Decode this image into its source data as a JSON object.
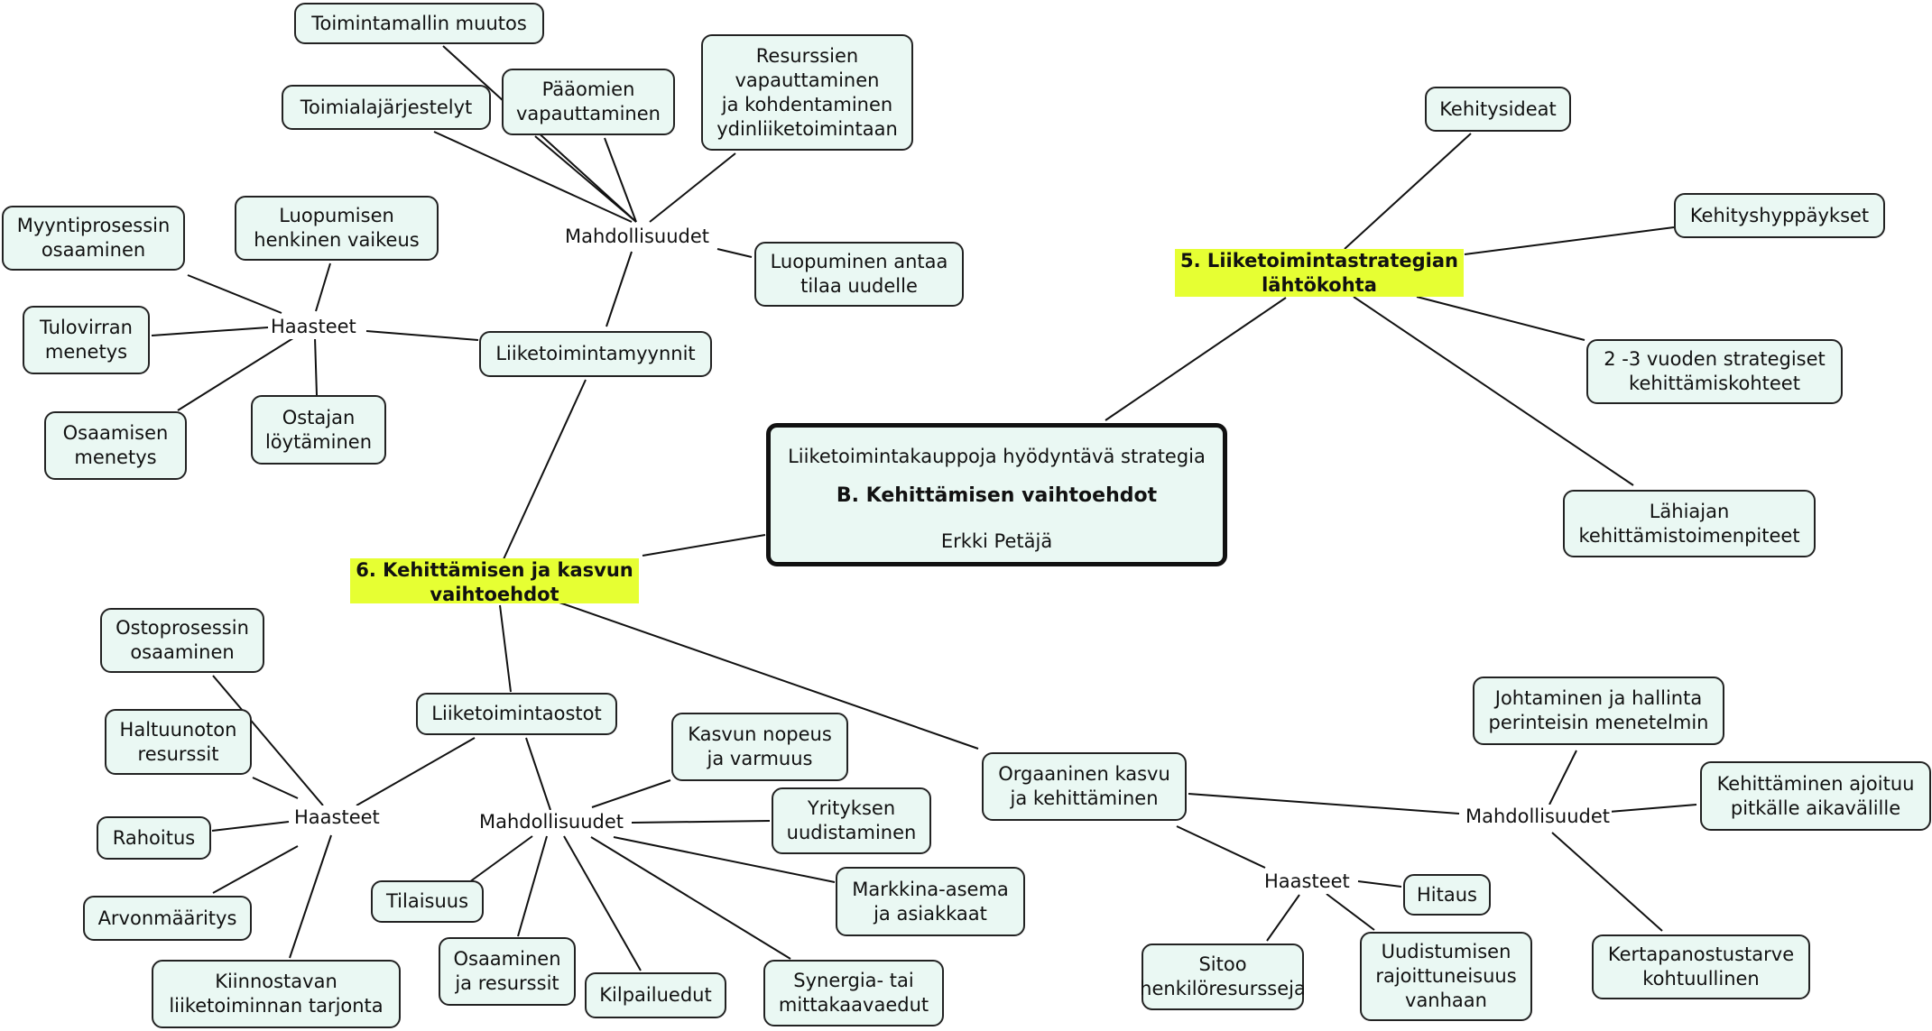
{
  "central": {
    "subtitle": "Liiketoimintakauppoja hyödyntävä strategia",
    "title": "B. Kehittämisen vaihtoehdot",
    "author": "Erkki Petäjä"
  },
  "branch5": {
    "label": "5. Liiketoimintastrategian\nlähtökohta",
    "items": [
      "Kehitysideat",
      "Kehityshyppäykset",
      "2 -3 vuoden strategiset\nkehittämiskohteet",
      "Lähiajan\nkehittämistoimenpiteet"
    ]
  },
  "branch6": {
    "label": "6. Kehittämisen ja kasvun\nvaihtoehdot",
    "myynnit": {
      "label": "Liiketoimintamyynnit",
      "mahdollisuudet": {
        "label": "Mahdollisuudet",
        "items": [
          "Toimintamallin muutos",
          "Toimialajärjestelyt",
          "Pääomien\nvapauttaminen",
          "Resurssien\nvapauttaminen\nja kohdentaminen\nydinliiketoimintaan",
          "Luopuminen antaa\ntilaa uudelle"
        ]
      },
      "haasteet": {
        "label": "Haasteet",
        "items": [
          "Myyntiprosessin\nosaaminen",
          "Luopumisen\nhenkinen vaikeus",
          "Tulovirran\nmenetys",
          "Osaamisen\nmenetys",
          "Ostajan\nlöytäminen"
        ]
      }
    },
    "ostot": {
      "label": "Liiketoimintaostot",
      "haasteet": {
        "label": "Haasteet",
        "items": [
          "Ostoprosessin\nosaaminen",
          "Haltuunoton\nresurssit",
          "Rahoitus",
          "Arvonmääritys",
          "Kiinnostavan\nliiketoiminnan tarjonta"
        ]
      },
      "mahdollisuudet": {
        "label": "Mahdollisuudet",
        "items": [
          "Kasvun nopeus\nja varmuus",
          "Yrityksen\nuudistaminen",
          "Markkina-asema\nja asiakkaat",
          "Tilaisuus",
          "Osaaminen\nja resurssit",
          "Kilpailuedut",
          "Synergia- tai\nmittakaavaedut"
        ]
      }
    },
    "orgaaninen": {
      "label": "Orgaaninen kasvu\nja kehittäminen",
      "mahdollisuudet": {
        "label": "Mahdollisuudet",
        "items": [
          "Johtaminen ja hallinta\nperinteisin menetelmin",
          "Kehittäminen ajoituu\npitkälle aikavälille",
          "Kertapanostustarve\nkohtuullinen"
        ]
      },
      "haasteet": {
        "label": "Haasteet",
        "items": [
          "Hitaus",
          "Sitoo\nhenkilöresursseja",
          "Uudistumisen\nrajoittuneisuus\nvanhaan"
        ]
      }
    }
  }
}
